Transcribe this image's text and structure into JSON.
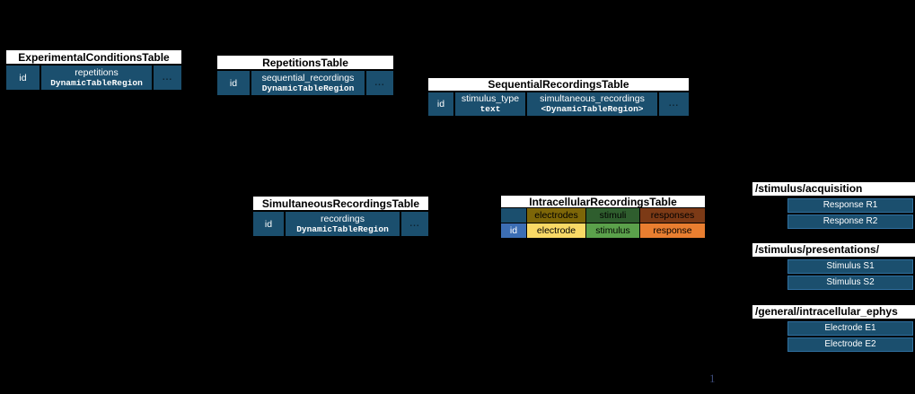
{
  "page": {
    "background": "#000000",
    "page_marker": "1"
  },
  "colors": {
    "table_cell_navy": "#1b4f6e",
    "table_header_bg": "#ffffff",
    "group_box_border": "#2f6f9f"
  },
  "tables": [
    {
      "title": "ExperimentalConditionsTable",
      "cells": [
        {
          "name": "id"
        },
        {
          "name": "repetitions",
          "type": "DynamicTableRegion"
        },
        {
          "name": "..."
        }
      ]
    },
    {
      "title": "RepetitionsTable",
      "cells": [
        {
          "name": "id"
        },
        {
          "name": "sequential_recordings",
          "type": "DynamicTableRegion"
        },
        {
          "name": "..."
        }
      ]
    },
    {
      "title": "SequentialRecordingsTable",
      "cells": [
        {
          "name": "id"
        },
        {
          "name": "stimulus_type",
          "type": "text"
        },
        {
          "name": "simultaneous_recordings",
          "type": "<DynamicTableRegion>"
        },
        {
          "name": "..."
        }
      ]
    },
    {
      "title": "SimultaneousRecordingsTable",
      "cells": [
        {
          "name": "id"
        },
        {
          "name": "recordings",
          "type": "DynamicTableRegion"
        },
        {
          "name": "..."
        }
      ]
    }
  ],
  "intracellular": {
    "title": "IntracellularRecordingsTable",
    "category_row": [
      {
        "label": "",
        "bg": "#1b4f6e",
        "fg": "#ffffff"
      },
      {
        "label": "electrodes",
        "bg": "#7d6608",
        "fg": "#ffffff"
      },
      {
        "label": "stimuli",
        "bg": "#2f5e2e",
        "fg": "#ffffff"
      },
      {
        "label": "responses",
        "bg": "#7c3a16",
        "fg": "#ffffff"
      }
    ],
    "column_row": [
      {
        "label": "id",
        "bg": "#3c6eb4",
        "fg": "#ffffff"
      },
      {
        "label": "electrode",
        "bg": "#f9d966",
        "fg": "#000000"
      },
      {
        "label": "stimulus",
        "bg": "#5ba14b",
        "fg": "#000000"
      },
      {
        "label": "response",
        "bg": "#e97e30",
        "fg": "#000000"
      }
    ]
  },
  "groups": [
    {
      "label": "/stimulus/acquisition",
      "items": [
        "Response R1",
        "Response R2"
      ]
    },
    {
      "label": "/stimulus/presentations/",
      "items": [
        "Stimulus S1",
        "Stimulus S2"
      ]
    },
    {
      "label": "/general/intracellular_ephys",
      "items": [
        "Electrode E1",
        "Electrode E2"
      ]
    }
  ]
}
